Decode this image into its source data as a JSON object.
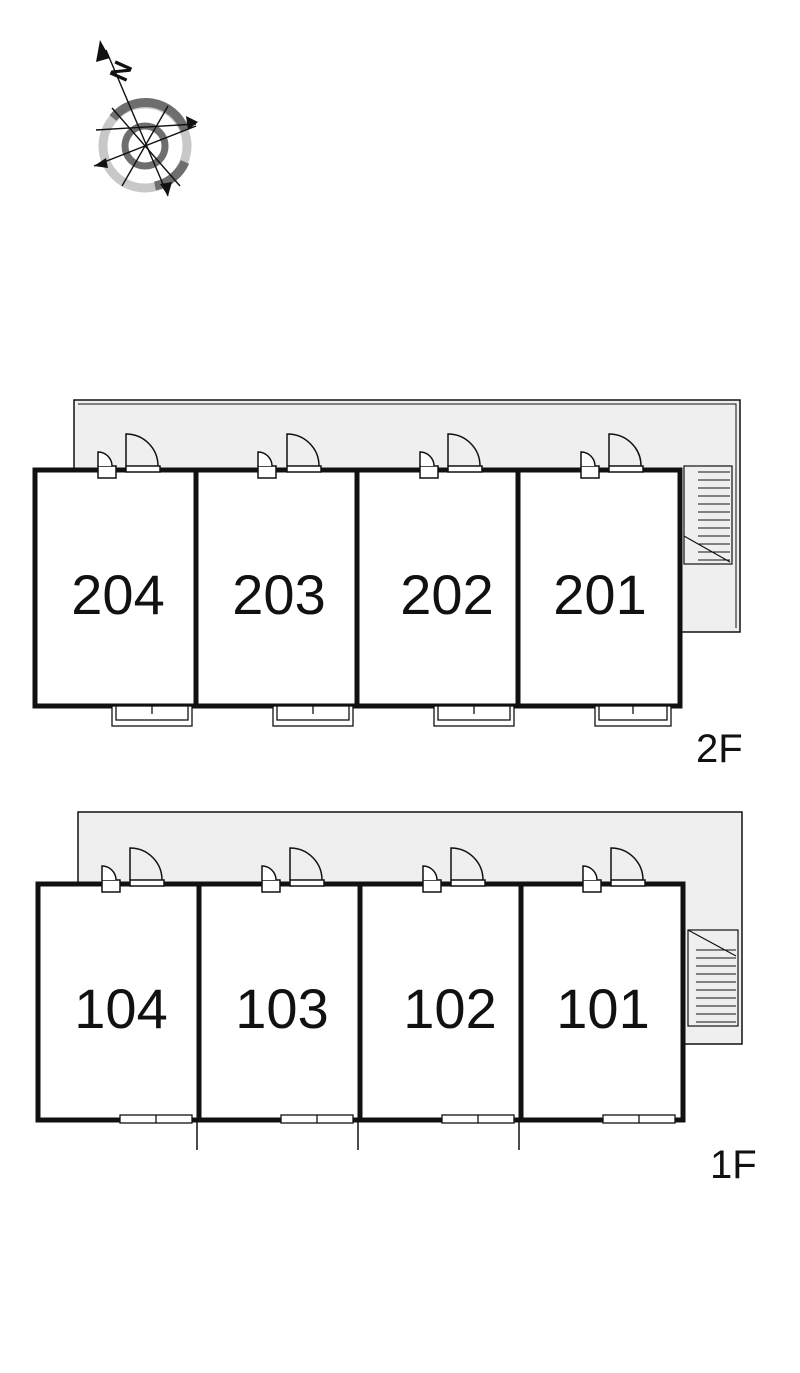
{
  "compass": {
    "direction_label": "N",
    "icon": "compass-rose-icon"
  },
  "floors": [
    {
      "id": "floor-2",
      "label": "2F",
      "units": [
        "204",
        "203",
        "202",
        "201"
      ]
    },
    {
      "id": "floor-1",
      "label": "1F",
      "units": [
        "104",
        "103",
        "102",
        "101"
      ]
    }
  ],
  "colors": {
    "corridor": "#efefef",
    "wall": "#111111",
    "compass_dark": "#6e6e6e",
    "compass_light": "#c8c8c8"
  }
}
